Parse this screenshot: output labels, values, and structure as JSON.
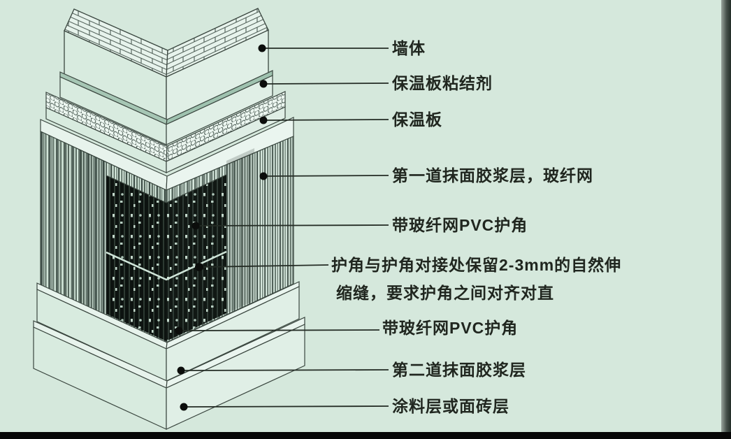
{
  "callouts": {
    "wall": "墙体",
    "adhesive": "保温板粘结剂",
    "insulation_board": "保温板",
    "first_coat": "第一道抹面胶浆层，玻纤网",
    "pvc_corner_upper": "带玻纤网PVC护角",
    "joint_note_line1": "护角与护角对接处保留2-3mm的自然伸",
    "joint_note_line2": "缩缝，要求护角之间对齐对直",
    "pvc_corner_lower": "带玻纤网PVC护角",
    "second_coat": "第二道抹面胶浆层",
    "finish_layer": "涂料层或面砖层"
  },
  "diagram": {
    "type": "isometric-corner-wall-insulation-section",
    "layers": [
      {
        "id": "wall",
        "texture": "brick-hatch-top"
      },
      {
        "id": "adhesive",
        "texture": "plain-band"
      },
      {
        "id": "insulation-board",
        "texture": "foam-honeycomb-top"
      },
      {
        "id": "first-plaster-mesh",
        "texture": "dense-vertical-mesh-hatch"
      },
      {
        "id": "pvc-corner-guards",
        "texture": "dark-perforated-strips-with-expansion-seam"
      },
      {
        "id": "second-plaster",
        "texture": "plain-band"
      },
      {
        "id": "finish",
        "texture": "plain-band"
      }
    ],
    "colors": {
      "background": "#d5e8dc",
      "outline": "#3a463f",
      "face_left": "#d8ebdf",
      "face_right": "#e0efe6",
      "top_band": "#e7f3ec",
      "adhesive_sliver": "#a6c6b4",
      "pvc_dark": "#0d1310",
      "callout_ink": "#20261f"
    }
  }
}
